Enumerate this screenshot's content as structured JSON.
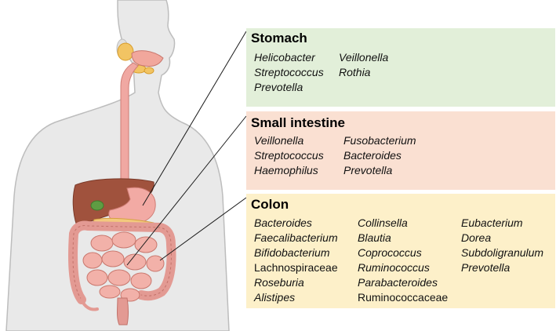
{
  "colors": {
    "stomach_panel": "#e2efd9",
    "small_intestine_panel": "#fae0d2",
    "colon_panel": "#fdf0c9",
    "leader_line": "#1a1a1a",
    "body_fill": "#e9e9e9",
    "body_outline": "#bdbdbd",
    "organ_pink": "#e8a6a0",
    "liver": "#a0523d"
  },
  "panels": {
    "stomach": {
      "title": "Stomach",
      "taxa": [
        {
          "name": "Helicobacter",
          "italic": true,
          "col": 0,
          "row": 0
        },
        {
          "name": "Streptococcus",
          "italic": true,
          "col": 0,
          "row": 1
        },
        {
          "name": "Prevotella",
          "italic": true,
          "col": 0,
          "row": 2
        },
        {
          "name": "Veillonella",
          "italic": true,
          "col": 1,
          "row": 0
        },
        {
          "name": "Rothia",
          "italic": true,
          "col": 1,
          "row": 1
        }
      ]
    },
    "small_intestine": {
      "title": "Small intestine",
      "taxa": [
        {
          "name": "Veillonella",
          "italic": true,
          "col": 0,
          "row": 0
        },
        {
          "name": "Streptococcus",
          "italic": true,
          "col": 0,
          "row": 1
        },
        {
          "name": "Haemophilus",
          "italic": true,
          "col": 0,
          "row": 2
        },
        {
          "name": "Fusobacterium",
          "italic": true,
          "col": 1,
          "row": 0
        },
        {
          "name": "Bacteroides",
          "italic": true,
          "col": 1,
          "row": 1
        },
        {
          "name": "Prevotella",
          "italic": true,
          "col": 1,
          "row": 2
        }
      ]
    },
    "colon": {
      "title": "Colon",
      "taxa": [
        {
          "name": "Bacteroides",
          "italic": true,
          "col": 0,
          "row": 0
        },
        {
          "name": "Faecalibacterium",
          "italic": true,
          "col": 0,
          "row": 1
        },
        {
          "name": "Bifidobacterium",
          "italic": true,
          "col": 0,
          "row": 2
        },
        {
          "name": "Lachnospiraceae",
          "italic": false,
          "col": 0,
          "row": 3
        },
        {
          "name": "Roseburia",
          "italic": true,
          "col": 0,
          "row": 4
        },
        {
          "name": "Alistipes",
          "italic": true,
          "col": 0,
          "row": 5
        },
        {
          "name": "Collinsella",
          "italic": true,
          "col": 1,
          "row": 0
        },
        {
          "name": "Blautia",
          "italic": true,
          "col": 1,
          "row": 1
        },
        {
          "name": "Coprococcus",
          "italic": true,
          "col": 1,
          "row": 2
        },
        {
          "name": "Ruminococcus",
          "italic": true,
          "col": 1,
          "row": 3
        },
        {
          "name": "Parabacteroides",
          "italic": true,
          "col": 1,
          "row": 4
        },
        {
          "name": "Ruminococcaceae",
          "italic": false,
          "col": 1,
          "row": 5
        },
        {
          "name": "Eubacterium",
          "italic": true,
          "col": 2,
          "row": 0
        },
        {
          "name": "Dorea",
          "italic": true,
          "col": 2,
          "row": 1
        },
        {
          "name": "Subdoligranulum",
          "italic": true,
          "col": 2,
          "row": 2
        },
        {
          "name": "Prevotella",
          "italic": true,
          "col": 2,
          "row": 3
        }
      ]
    }
  }
}
